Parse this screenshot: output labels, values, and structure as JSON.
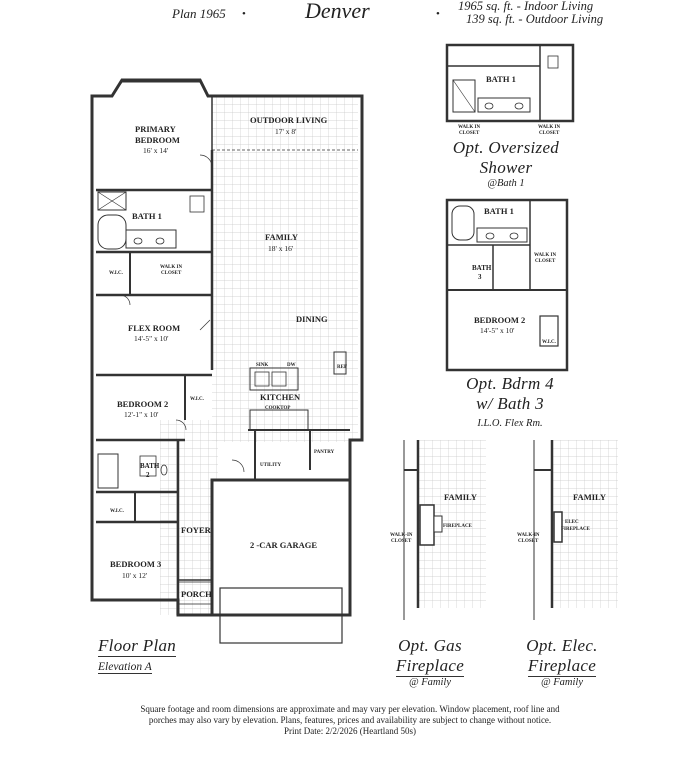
{
  "header": {
    "plan": "Plan 1965",
    "bullet": "•",
    "name": "Denver",
    "indoor": "1965 sq. ft. - Indoor Living",
    "outdoor": "139 sq. ft. - Outdoor Living"
  },
  "main_plan": {
    "caption": "Floor Plan",
    "elevation": "Elevation A",
    "rooms": {
      "outdoor_living": "OUTDOOR LIVING",
      "outdoor_living_dim": "17' x 8'",
      "primary_bedroom_1": "PRIMARY",
      "primary_bedroom_2": "BEDROOM",
      "primary_bedroom_dim": "16' x 14'",
      "bath1": "BATH 1",
      "family": "FAMILY",
      "family_dim": "18' x 16'",
      "wic": "W.I.C.",
      "walk_in_1": "WALK IN",
      "walk_in_2": "CLOSET",
      "flex_room": "FLEX ROOM",
      "flex_room_dim": "14'-5\" x 10'",
      "dining": "DINING",
      "sink": "SINK",
      "dw": "DW",
      "kitchen": "KITCHEN",
      "cooktop": "COOKTOP",
      "bedroom2": "BEDROOM 2",
      "bedroom2_dim": "12'-1\" x 10'",
      "utility": "UTILITY",
      "pantry": "PANTRY",
      "bath2_1": "BATH",
      "bath2_2": "2",
      "foyer": "FOYER",
      "garage": "2 -CAR GARAGE",
      "bedroom3": "BEDROOM 3",
      "bedroom3_dim": "10' x 12'",
      "porch": "PORCH",
      "ref": "REF"
    }
  },
  "opt_shower": {
    "title_1": "Opt. Oversized",
    "title_2": "Shower",
    "sub": "@Bath 1",
    "bath": "BATH 1",
    "walk_in_1": "WALK IN",
    "walk_in_2": "CLOSET"
  },
  "opt_bdrm4": {
    "title_1": "Opt. Bdrm 4",
    "title_2": "w/ Bath 3",
    "sub": "I.L.O. Flex Rm.",
    "bath1": "BATH 1",
    "bath3_1": "BATH",
    "bath3_2": "3",
    "bedroom2": "BEDROOM 2",
    "bedroom2_dim": "14'-5\" x 10'",
    "wic": "W.I.C.",
    "walk_in_1": "WALK IN",
    "walk_in_2": "CLOSET"
  },
  "opt_gas": {
    "title_1": "Opt. Gas",
    "title_2": "Fireplace",
    "sub": "@ Family",
    "family": "FAMILY",
    "fireplace": "FIREPLACE",
    "walk_in_1": "WALK-IN",
    "walk_in_2": "CLOSET"
  },
  "opt_elec": {
    "title_1": "Opt. Elec.",
    "title_2": "Fireplace",
    "sub": "@ Family",
    "family": "FAMILY",
    "elec": "ELEC",
    "fireplace": "FIREPLACE",
    "walk_in_1": "WALK-IN",
    "walk_in_2": "CLOSET"
  },
  "disclaimer": {
    "line1": "Square footage and room dimensions are approximate and may vary per elevation. Window placement, roof line and",
    "line2": "porches may also vary by elevation. Plans, features, prices and availability are subject to change without notice.",
    "line3": "Print Date: 2/2/2026 (Heartland 50s)"
  },
  "colors": {
    "wall": "#333333",
    "grid": "#c8c8c8",
    "ink": "#222222"
  }
}
